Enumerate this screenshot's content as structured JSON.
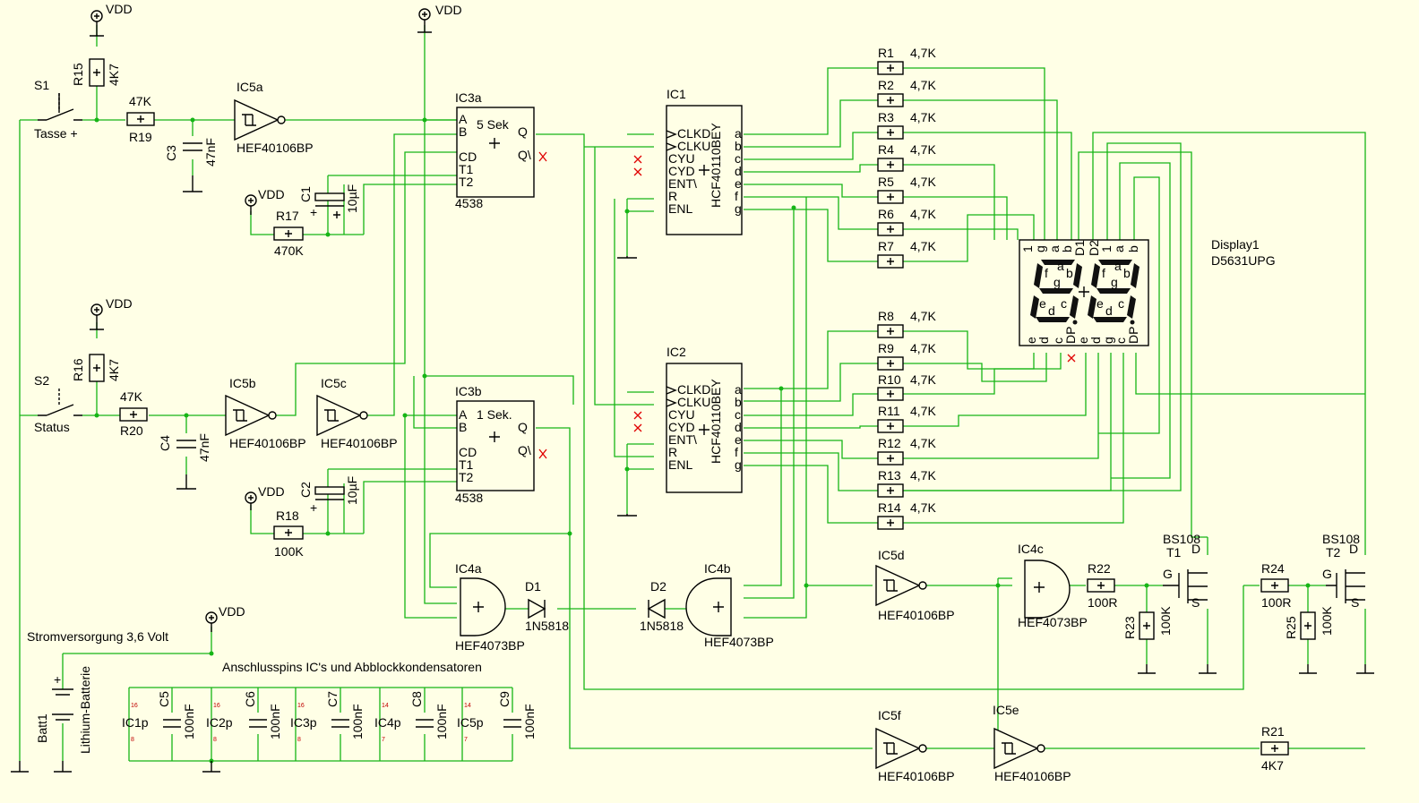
{
  "power": {
    "vdd": "VDD"
  },
  "notes": {
    "supply": "Stromversorgung 3,6 Volt",
    "pins": "Anschlusspins IC's und Abblockkondensatoren"
  },
  "switches": [
    {
      "name": "S1",
      "label": "Tasse +"
    },
    {
      "name": "S2",
      "label": "Status"
    }
  ],
  "resistors": [
    {
      "name": "R15",
      "value": "4K7"
    },
    {
      "name": "R16",
      "value": "4K7"
    },
    {
      "name": "R19",
      "value": "47K"
    },
    {
      "name": "R20",
      "value": "47K"
    },
    {
      "name": "R17",
      "value": "470K"
    },
    {
      "name": "R18",
      "value": "100K"
    },
    {
      "name": "R1",
      "value": "4,7K"
    },
    {
      "name": "R2",
      "value": "4,7K"
    },
    {
      "name": "R3",
      "value": "4,7K"
    },
    {
      "name": "R4",
      "value": "4,7K"
    },
    {
      "name": "R5",
      "value": "4,7K"
    },
    {
      "name": "R6",
      "value": "4,7K"
    },
    {
      "name": "R7",
      "value": "4,7K"
    },
    {
      "name": "R8",
      "value": "4,7K"
    },
    {
      "name": "R9",
      "value": "4,7K"
    },
    {
      "name": "R10",
      "value": "4,7K"
    },
    {
      "name": "R11",
      "value": "4,7K"
    },
    {
      "name": "R12",
      "value": "4,7K"
    },
    {
      "name": "R13",
      "value": "4,7K"
    },
    {
      "name": "R14",
      "value": "4,7K"
    },
    {
      "name": "R22",
      "value": "100R"
    },
    {
      "name": "R23",
      "value": "100K"
    },
    {
      "name": "R24",
      "value": "100R"
    },
    {
      "name": "R25",
      "value": "100K"
    },
    {
      "name": "R21",
      "value": "4K7"
    }
  ],
  "capacitors": [
    {
      "name": "C3",
      "value": "47nF"
    },
    {
      "name": "C4",
      "value": "47nF"
    },
    {
      "name": "C1",
      "value": "10µF"
    },
    {
      "name": "C2",
      "value": "10µF"
    },
    {
      "name": "C5",
      "value": "100nF"
    },
    {
      "name": "C6",
      "value": "100nF"
    },
    {
      "name": "C7",
      "value": "100nF"
    },
    {
      "name": "C8",
      "value": "100nF"
    },
    {
      "name": "C9",
      "value": "100nF"
    }
  ],
  "inverters": [
    {
      "name": "IC5a",
      "part": "HEF40106BP"
    },
    {
      "name": "IC5b",
      "part": "HEF40106BP"
    },
    {
      "name": "IC5c",
      "part": "HEF40106BP"
    },
    {
      "name": "IC5d",
      "part": "HEF40106BP"
    },
    {
      "name": "IC5f",
      "part": "HEF40106BP"
    },
    {
      "name": "IC5e",
      "part": "HEF40106BP"
    }
  ],
  "monoflops": [
    {
      "name": "IC3a",
      "part": "4538",
      "title": "5 Sek",
      "pins": [
        "A",
        "B",
        "CD",
        "T1",
        "T2",
        "Q",
        "Q\\"
      ]
    },
    {
      "name": "IC3b",
      "part": "4538",
      "title": "1 Sek.",
      "pins": [
        "A",
        "B",
        "CD",
        "T1",
        "T2",
        "Q",
        "Q\\"
      ]
    }
  ],
  "counters": [
    {
      "name": "IC1",
      "part": "HCF40110BEY",
      "left_pins": [
        "CLKD",
        "CLKU",
        "CYU",
        "CYD",
        "ENT\\",
        "R",
        "ENL"
      ],
      "right_pins": [
        "a",
        "b",
        "c",
        "d",
        "e",
        "f",
        "g"
      ]
    },
    {
      "name": "IC2",
      "part": "HCF40110BEY",
      "left_pins": [
        "CLKD",
        "CLKU",
        "CYU",
        "CYD",
        "ENT\\",
        "R",
        "ENL"
      ],
      "right_pins": [
        "a",
        "b",
        "c",
        "d",
        "e",
        "f",
        "g"
      ]
    }
  ],
  "and_gates": [
    {
      "name": "IC4a",
      "part": "HEF4073BP"
    },
    {
      "name": "IC4b",
      "part": "HEF4073BP"
    },
    {
      "name": "IC4c",
      "part": "HEF4073BP"
    }
  ],
  "diodes": [
    {
      "name": "D1",
      "part": "1N5818"
    },
    {
      "name": "D2",
      "part": "1N5818"
    }
  ],
  "transistors": [
    {
      "name": "T1",
      "part": "BS108",
      "pins": [
        "D",
        "G",
        "S"
      ]
    },
    {
      "name": "T2",
      "part": "BS108",
      "pins": [
        "D",
        "G",
        "S"
      ]
    }
  ],
  "display": {
    "name": "Display1",
    "part": "D5631UPG",
    "top_labels": [
      "1",
      "g",
      "a",
      "b",
      "D1",
      "D2",
      "1",
      "a",
      "b"
    ],
    "bottom_labels": [
      "e",
      "d",
      "c",
      "DP",
      "e",
      "d",
      "g",
      "c",
      "DP"
    ],
    "segment_labels": [
      "f",
      "a",
      "b",
      "g",
      "e",
      "d",
      "c"
    ]
  },
  "battery": {
    "name": "Batt1",
    "type": "Lithium-Batterie"
  },
  "power_pins": [
    {
      "name": "IC1p",
      "vdd_pin": "16",
      "gnd_pin": "8"
    },
    {
      "name": "IC2p",
      "vdd_pin": "16",
      "gnd_pin": "8"
    },
    {
      "name": "IC3p",
      "vdd_pin": "16",
      "gnd_pin": "8"
    },
    {
      "name": "IC4p",
      "vdd_pin": "14",
      "gnd_pin": "7"
    },
    {
      "name": "IC5p",
      "vdd_pin": "14",
      "gnd_pin": "7"
    }
  ],
  "colors": {
    "background": "#ffffe6",
    "wire": "#16b516",
    "pin_number": "#c00000",
    "component": "#000000",
    "no_connect": "#e00000"
  }
}
